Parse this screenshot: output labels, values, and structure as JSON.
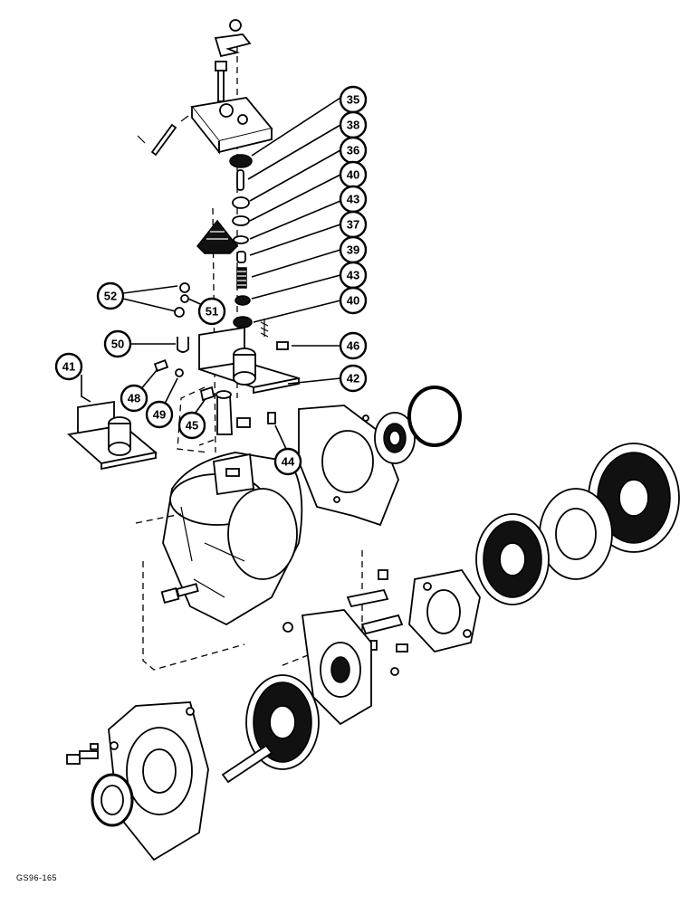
{
  "callouts": [
    {
      "id": "35",
      "label": "35"
    },
    {
      "id": "38",
      "label": "38"
    },
    {
      "id": "36",
      "label": "36"
    },
    {
      "id": "40a",
      "label": "40"
    },
    {
      "id": "43a",
      "label": "43"
    },
    {
      "id": "37",
      "label": "37"
    },
    {
      "id": "39",
      "label": "39"
    },
    {
      "id": "43b",
      "label": "43"
    },
    {
      "id": "40b",
      "label": "40"
    },
    {
      "id": "46",
      "label": "46"
    },
    {
      "id": "42",
      "label": "42"
    },
    {
      "id": "52",
      "label": "52"
    },
    {
      "id": "51",
      "label": "51"
    },
    {
      "id": "50",
      "label": "50"
    },
    {
      "id": "41",
      "label": "41"
    },
    {
      "id": "48",
      "label": "48"
    },
    {
      "id": "49",
      "label": "49"
    },
    {
      "id": "45",
      "label": "45"
    },
    {
      "id": "44",
      "label": "44"
    }
  ],
  "figure_code": "GS96-165"
}
